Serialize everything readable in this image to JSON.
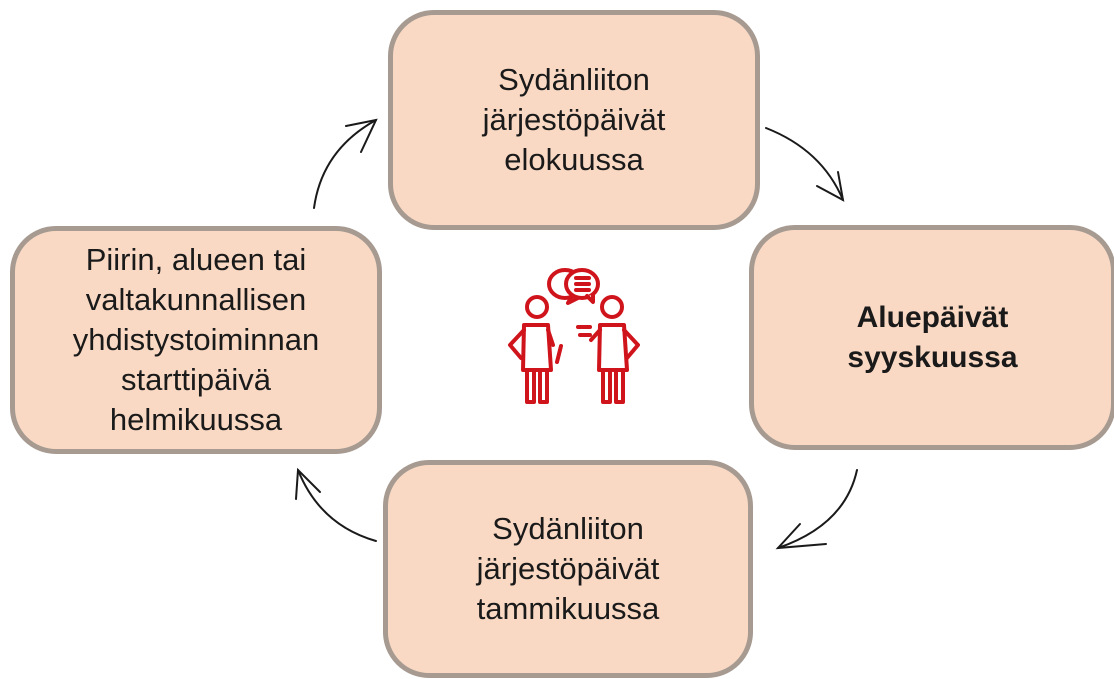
{
  "diagram": {
    "type": "cycle",
    "accent_color": "#d0141c",
    "box_fill": "#f9d9c4",
    "box_border": "#a69a91",
    "center_icon": "people-conversation-icon",
    "steps": [
      {
        "text": "Sydänliiton\njärjestöpäivät\nelokuussa",
        "bold": false
      },
      {
        "text": "Aluepäivät\nsyyskuussa",
        "bold": true
      },
      {
        "text": "Sydänliiton\njärjestöpäivät\ntammikuussa",
        "bold": false
      },
      {
        "text": "Piirin, alueen tai\nvaltakunnallisen\nyhdistystoiminnan\nstarttipäivä\nhelmikuussa",
        "bold": false
      }
    ]
  }
}
